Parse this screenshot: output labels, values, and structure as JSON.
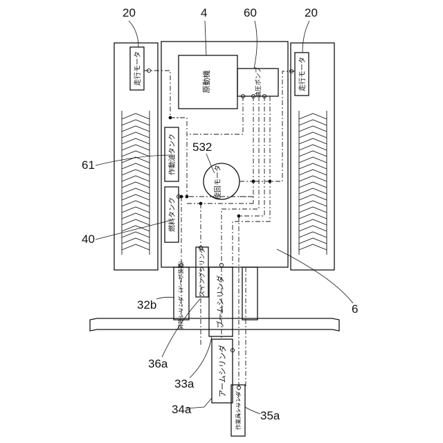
{
  "labels": {
    "motor_left": "20",
    "motor_right": "20",
    "engine_ref": "4",
    "pump_ref": "60",
    "hyd_tank_ref": "61",
    "swing_motor_ref": "532",
    "fuel_tank_ref": "40",
    "frame_ref": "6",
    "lift_cyl_ref": "32b",
    "swing_cyl_ref": "36a",
    "boom_cyl_ref": "33a",
    "arm_cyl_ref": "34a",
    "tool_cyl_ref": "35a"
  },
  "components": {
    "travel_motor_left": "走行モータ",
    "travel_motor_right": "走行モータ",
    "engine": "原動機",
    "hydraulic_pump": "油圧ポンプ",
    "hydraulic_oil_tank": "作動油タンク",
    "swing_motor": "旋回モータ",
    "fuel_tank": "燃料タンク",
    "lift_cylinder": "昇降シリンダ（ドーザ装置）",
    "swing_cylinder": "スイングシリンダ",
    "boom_cylinder": "ブームシリンダ",
    "arm_cylinder": "アームシリンダ",
    "tool_cylinder": "作業具シリンダ"
  }
}
